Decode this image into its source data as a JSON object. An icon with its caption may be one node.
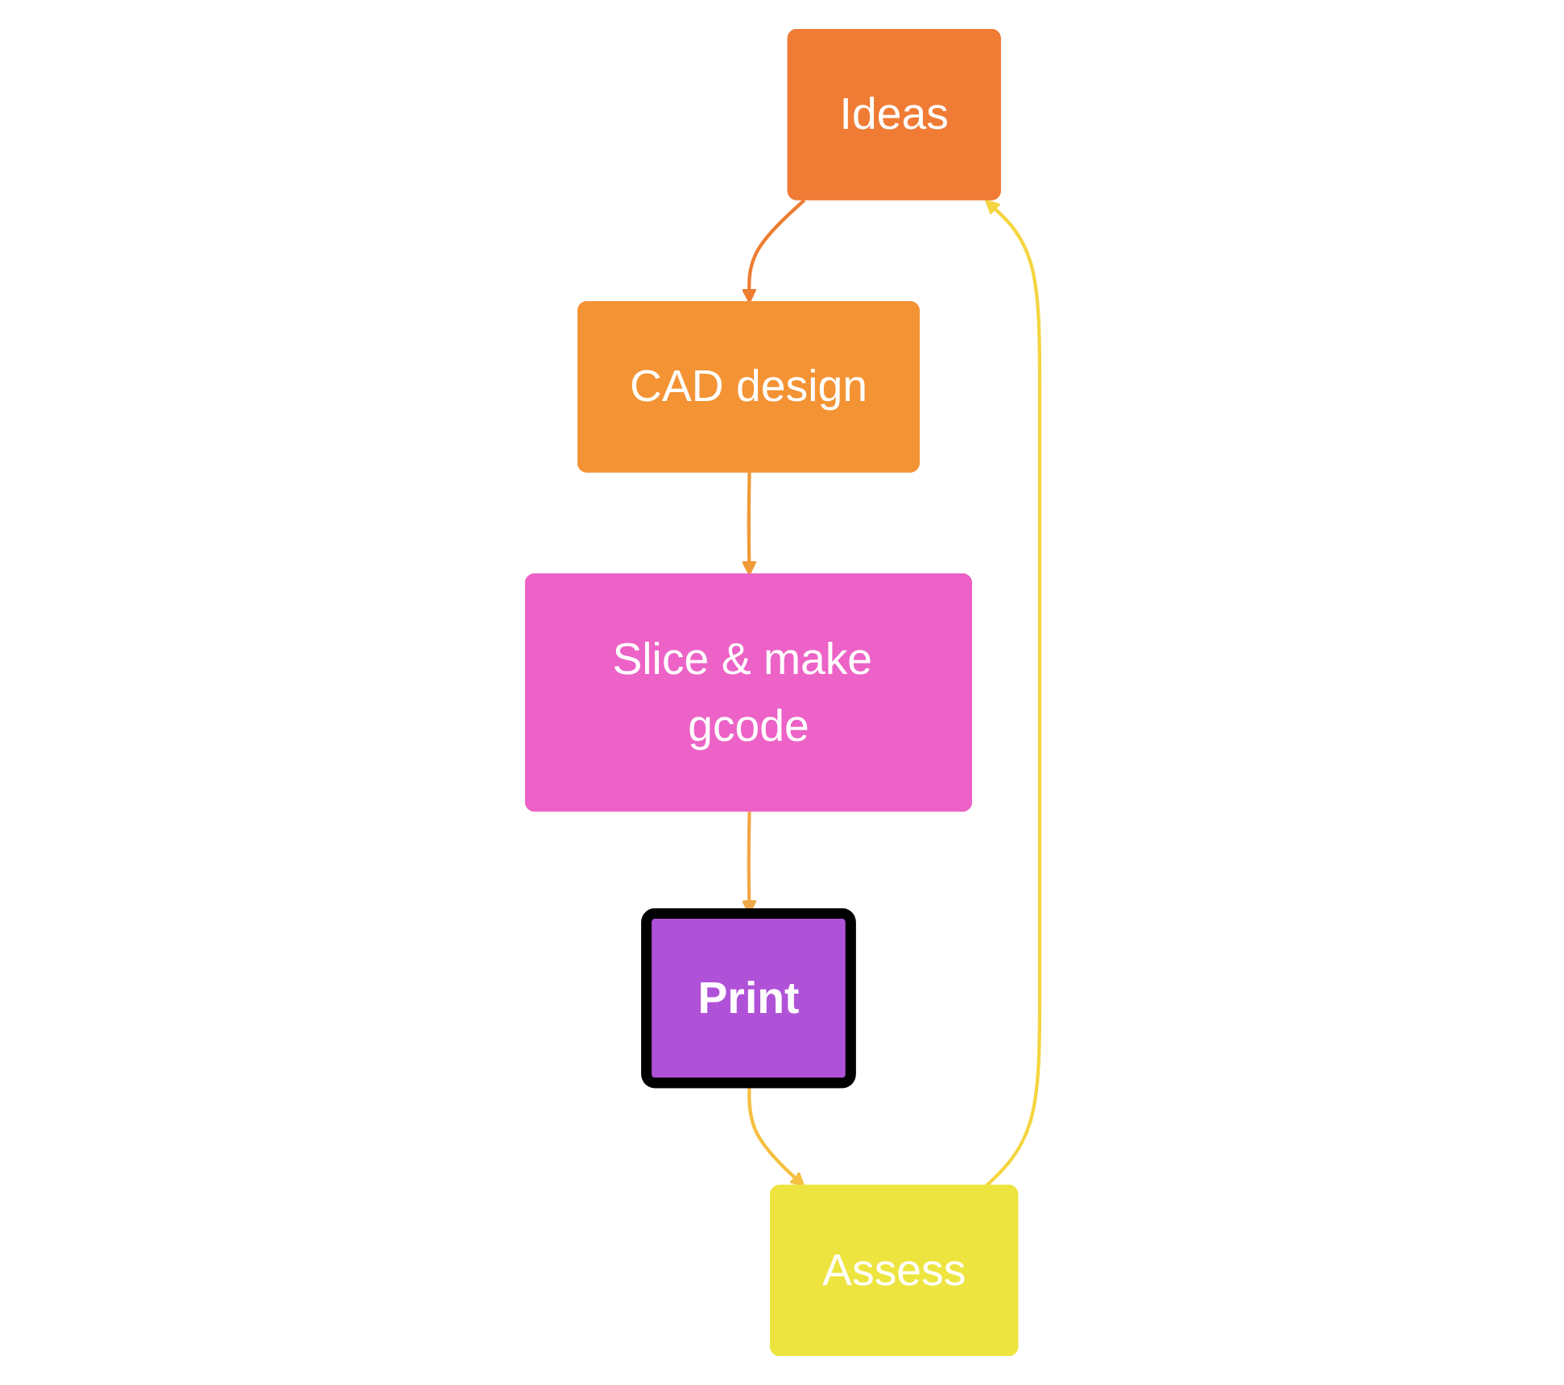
{
  "diagram": {
    "nodes": [
      {
        "text": [
          "Ideas"
        ]
      },
      {
        "text": [
          "CAD design"
        ]
      },
      {
        "text": [
          "Slice & make gcode"
        ]
      },
      {
        "text": [
          "Print"
        ]
      },
      {
        "text": [
          "Assess"
        ]
      }
    ],
    "edges": [
      {
        "from": 0,
        "to": 1,
        "arrow": "to",
        "color": "#ed7d31"
      },
      {
        "from": 1,
        "to": 2,
        "arrow": "to",
        "color": "#f09a38"
      },
      {
        "from": 2,
        "to": 3,
        "arrow": "to",
        "color": "#f0a848"
      },
      {
        "from": 3,
        "to": 4,
        "arrow": "to",
        "color": "#f5c040"
      },
      {
        "from": 4,
        "to": 0,
        "arrow": "to",
        "color": "#f5d540"
      }
    ]
  }
}
